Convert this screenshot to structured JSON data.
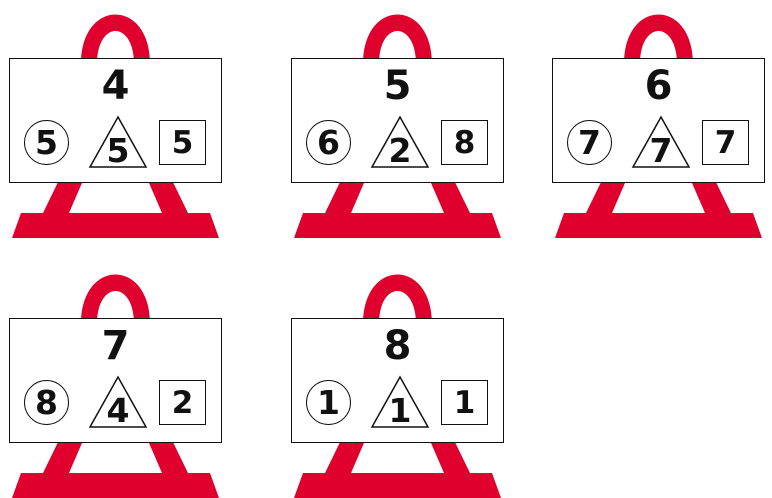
{
  "colors": {
    "easel": "#e0002e",
    "outline": "#111111",
    "board": "#ffffff"
  },
  "easels": [
    {
      "number": "4",
      "circle": "5",
      "triangle": "5",
      "square": "5"
    },
    {
      "number": "5",
      "circle": "6",
      "triangle": "2",
      "square": "8"
    },
    {
      "number": "6",
      "circle": "7",
      "triangle": "7",
      "square": "7"
    },
    {
      "number": "7",
      "circle": "8",
      "triangle": "4",
      "square": "2"
    },
    {
      "number": "8",
      "circle": "1",
      "triangle": "1",
      "square": "1"
    }
  ]
}
